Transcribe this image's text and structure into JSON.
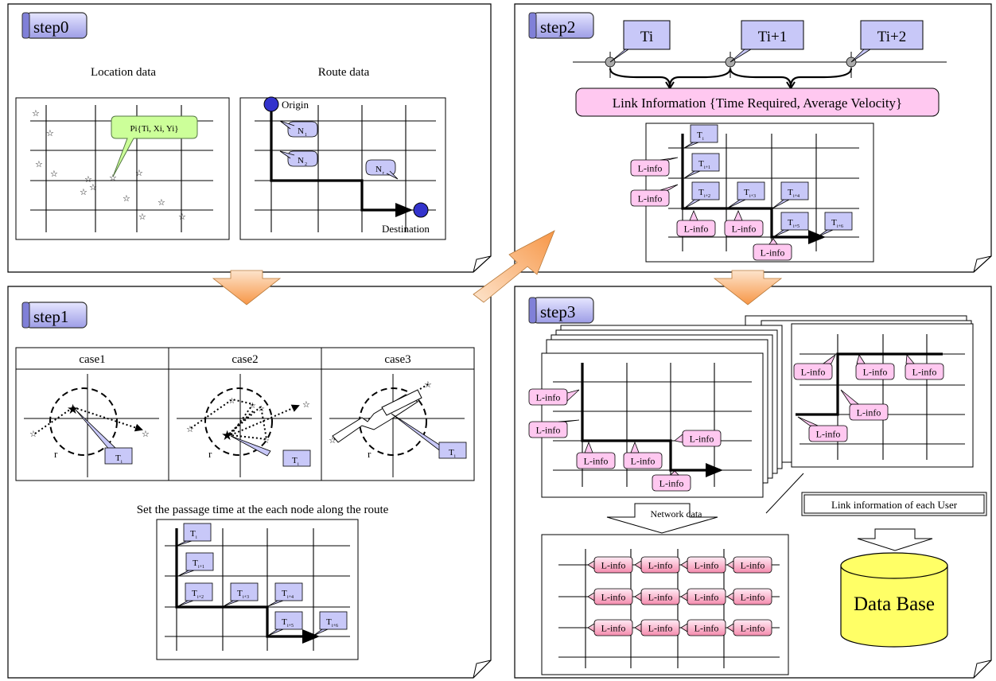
{
  "steps": {
    "step0": "step0",
    "step1": "step1",
    "step2": "step2",
    "step3": "step3"
  },
  "step0": {
    "location_title": "Location data",
    "route_title": "Route data",
    "point_callout": "Pi{Ti, Xi, Yi}",
    "origin": "Origin",
    "destination": "Destination",
    "node_labels": [
      "N",
      "N",
      "N"
    ],
    "node_subs": [
      "1",
      "2",
      "r"
    ]
  },
  "step1": {
    "cases": [
      "case1",
      "case2",
      "case3"
    ],
    "r_label": "r",
    "ti_label": "T",
    "ti_sub": "i",
    "passage_caption": "Set the passage time at the each node along the route",
    "time_subs": [
      "i",
      "i+1",
      "i+2",
      "i+3",
      "i+4",
      "i+5",
      "i+6"
    ]
  },
  "step2": {
    "times": [
      "Ti",
      "Ti+1",
      "Ti+2"
    ],
    "link_info": "Link Information {Time Required, Average Velocity}",
    "linfo": "L-info",
    "time_subs": [
      "i",
      "i+1",
      "i+2",
      "i+3",
      "i+4",
      "i+5",
      "i+6"
    ]
  },
  "step3": {
    "linfo": "L-info",
    "network_data": "Network data",
    "link_info_each_user": "Link information of each User",
    "database": "Data Base"
  },
  "colors": {
    "step_tab": "#bdbdf5",
    "callout_blue": "#c8c8f8",
    "callout_green": "#ccff99",
    "pink": "#ffc8f0",
    "pink_grad": "#f58fb0",
    "database": "#ffff66",
    "arrow_orange": "#f79646",
    "node_blue": "#3333cc",
    "star_red": "#e03020"
  }
}
